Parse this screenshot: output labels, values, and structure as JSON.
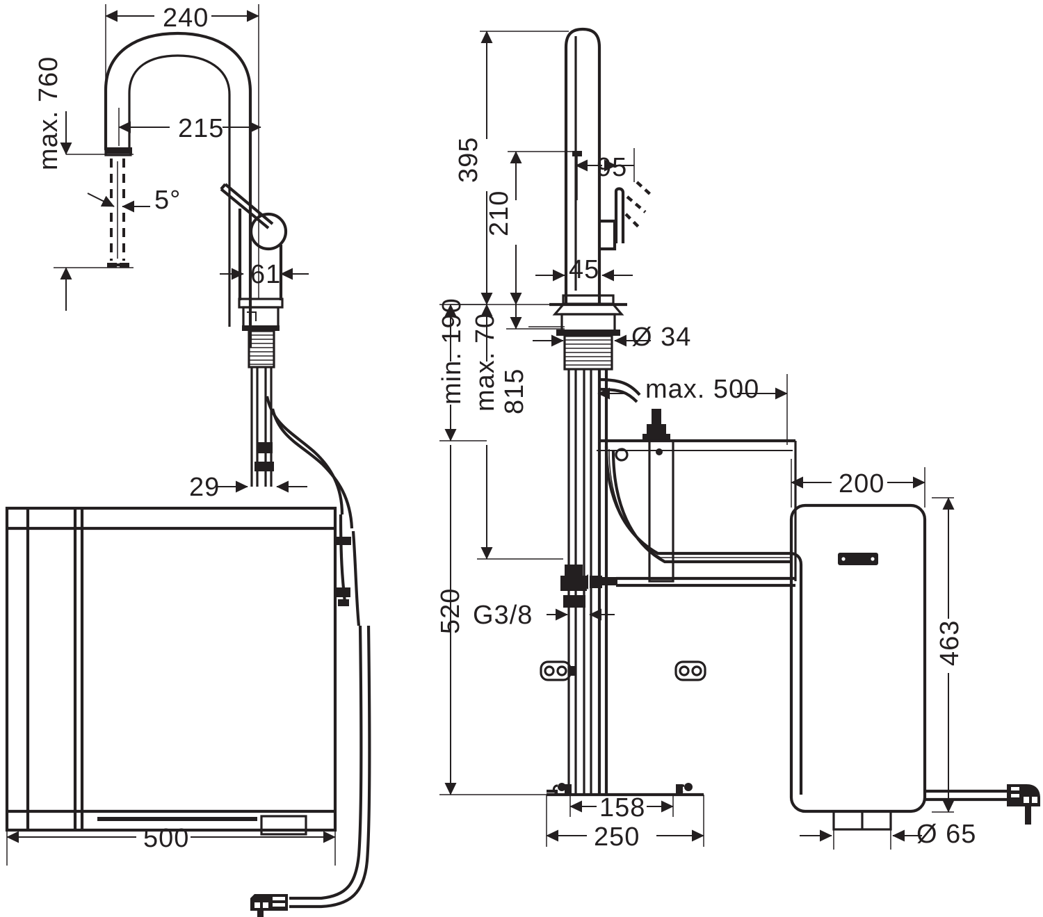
{
  "drawing": {
    "title": "Kitchen mixer tap with under-sink hot water unit — dimension drawing",
    "units": "mm",
    "line_color": "#231f20",
    "background": "#ffffff",
    "views": [
      {
        "name": "front-view-faucet-and-cabinet",
        "position": "left"
      },
      {
        "name": "side-view-faucet-and-pipework",
        "position": "center"
      },
      {
        "name": "side-view-boiler-tank",
        "position": "right"
      }
    ]
  },
  "dimensions": {
    "left_view": {
      "spout_reach_total": "240",
      "spout_reach_inner": "215",
      "pull_down_hose_max": "max. 760",
      "swivel_angle": "5°",
      "body_width": "61",
      "shank_width": "29",
      "cabinet_width": "500"
    },
    "center_view": {
      "overall_height": "395",
      "spout_height": "210",
      "handle_offset": "95",
      "body_depth": "45",
      "shank_diameter": "Ø 34",
      "min_clearance": "min. 190",
      "worktop_thickness": "max. 70",
      "total_drop": "815",
      "hose_reach": "max. 500",
      "connection_thread": "G3/8",
      "lower_height": "520",
      "inner_footprint": "158",
      "outer_footprint": "250"
    },
    "right_view": {
      "tank_width": "200",
      "tank_height": "463",
      "outlet_diameter": "Ø 65"
    }
  },
  "labels": [
    {
      "id": "d240",
      "text": "240",
      "view": "left"
    },
    {
      "id": "d215",
      "text": "215",
      "view": "left"
    },
    {
      "id": "d760",
      "text": "max. 760",
      "view": "left"
    },
    {
      "id": "d5deg",
      "text": "5°",
      "view": "left"
    },
    {
      "id": "d61",
      "text": "61",
      "view": "left"
    },
    {
      "id": "d29",
      "text": "29",
      "view": "left"
    },
    {
      "id": "d500c",
      "text": "500",
      "view": "left"
    },
    {
      "id": "d395",
      "text": "395",
      "view": "center"
    },
    {
      "id": "d210",
      "text": "210",
      "view": "center"
    },
    {
      "id": "d95",
      "text": "95",
      "view": "center"
    },
    {
      "id": "d45",
      "text": "45",
      "view": "center"
    },
    {
      "id": "d34",
      "text": "Ø 34",
      "view": "center"
    },
    {
      "id": "d190",
      "text": "min. 190",
      "view": "center"
    },
    {
      "id": "d70",
      "text": "max. 70",
      "view": "center"
    },
    {
      "id": "d815",
      "text": "815",
      "view": "center"
    },
    {
      "id": "d500h",
      "text": "max. 500",
      "view": "center"
    },
    {
      "id": "dg38",
      "text": "G3/8",
      "view": "center"
    },
    {
      "id": "d520",
      "text": "520",
      "view": "center"
    },
    {
      "id": "d158",
      "text": "158",
      "view": "center"
    },
    {
      "id": "d250",
      "text": "250",
      "view": "center"
    },
    {
      "id": "d200",
      "text": "200",
      "view": "right"
    },
    {
      "id": "d463",
      "text": "463",
      "view": "right"
    },
    {
      "id": "d65",
      "text": "Ø 65",
      "view": "right"
    }
  ],
  "components": {
    "left": [
      "gooseneck-spout",
      "pull-down-spray-head",
      "lever-handle",
      "mixer-body",
      "mounting-shank",
      "flexible-hoses",
      "cabinet-outline",
      "power-cable-with-plug"
    ],
    "center": [
      "spout-side-profile",
      "lever-handle-side",
      "swivel-arc",
      "escutcheon",
      "threaded-shank",
      "supply-pipes",
      "shut-off-valve",
      "pipe-clamps",
      "floor-bracket",
      "wall-panel"
    ],
    "right": [
      "boiler-tank",
      "status-indicator-strip",
      "tank-outlet-spigot",
      "power-cable",
      "mains-plug",
      "supply-pipe-runs"
    ]
  }
}
